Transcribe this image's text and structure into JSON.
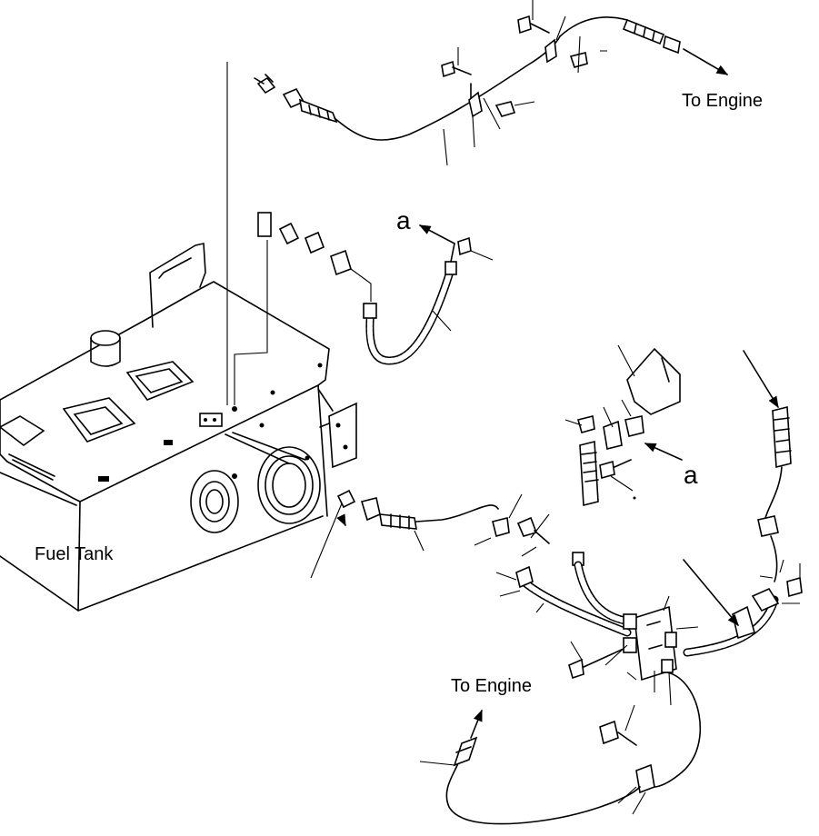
{
  "labels": {
    "to_engine_top": "To Engine",
    "to_engine_bottom": "To Engine",
    "fuel_tank": "Fuel Tank",
    "ref_a_upper": "a",
    "ref_a_lower": "a"
  }
}
